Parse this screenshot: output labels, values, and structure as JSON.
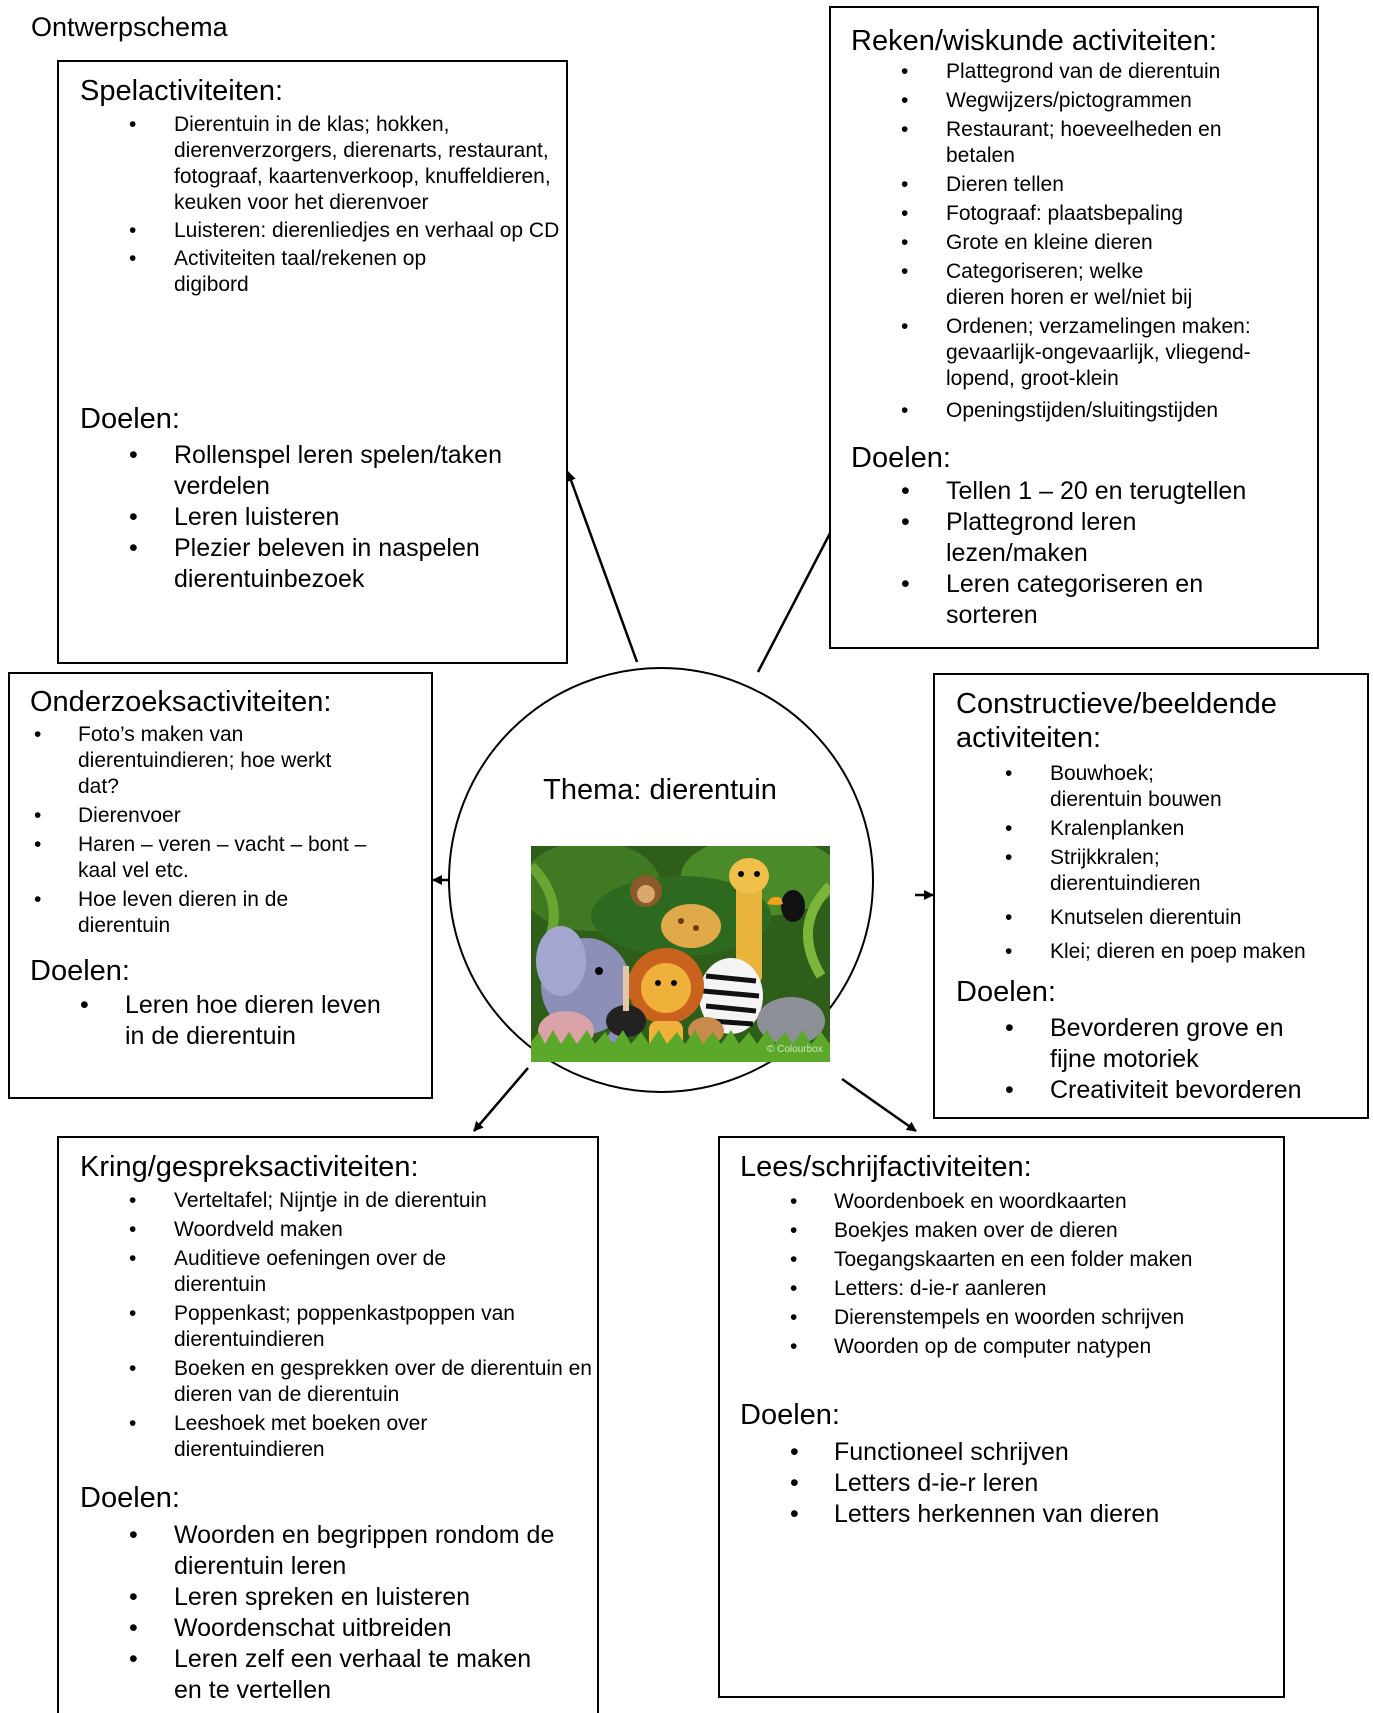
{
  "header": {
    "title": "Ontwerpschema"
  },
  "center": {
    "title": "Thema: dierentuin",
    "image_icon": "zoo-animals-illustration",
    "watermark": "© Colourbox"
  },
  "spel": {
    "title": "Spelactiviteiten:",
    "items": [
      "Dierentuin in de klas; hokken, dierenverzorgers, dierenarts, restaurant, fotograaf, kaartenverkoop, knuffeldieren, keuken voor het dierenvoer",
      "Luisteren: dierenliedjes en verhaal op CD",
      "Activiteiten taal/rekenen op digibord"
    ],
    "goals_title": "Doelen:",
    "goals": [
      "Rollenspel leren spelen/taken verdelen",
      "Leren luisteren",
      "Plezier beleven in naspelen dierentuinbezoek"
    ]
  },
  "reken": {
    "title": "Reken/wiskunde activiteiten:",
    "items": [
      "Plattegrond van de dierentuin",
      "Wegwijzers/pictogrammen",
      "Restaurant; hoeveelheden en betalen",
      "Dieren tellen",
      "Fotograaf: plaatsbepaling",
      "Grote en kleine dieren",
      "Categoriseren; welke dieren horen er wel/niet bij",
      "Ordenen; verzamelingen maken: gevaarlijk-ongevaarlijk, vliegend-lopend, groot-klein",
      "Openingstijden/sluitingstijden"
    ],
    "goals_title": "Doelen:",
    "goals": [
      "Tellen 1 – 20 en terugtellen",
      "Plattegrond leren lezen/maken",
      "Leren categoriseren en sorteren"
    ]
  },
  "onderzoek": {
    "title": "Onderzoeksactiviteiten:",
    "items": [
      "Foto’s maken van dierentuindieren; hoe werkt dat?",
      "Dierenvoer",
      "Haren – veren – vacht – bont – kaal vel etc.",
      "Hoe leven dieren in de dierentuin"
    ],
    "goals_title": "Doelen:",
    "goals": [
      "Leren hoe dieren leven in de dierentuin"
    ]
  },
  "construct": {
    "title": "Constructieve/beeldende activiteiten:",
    "items": [
      "Bouwhoek; dierentuin bouwen",
      "Kralenplanken",
      "Strijkkralen; dierentuindieren",
      "Knutselen dierentuin",
      "Klei; dieren en poep maken"
    ],
    "goals_title": "Doelen:",
    "goals": [
      "Bevorderen grove en fijne motoriek",
      "Creativiteit bevorderen"
    ]
  },
  "kring": {
    "title": "Kring/gespreksactiviteiten:",
    "items": [
      "Verteltafel; Nijntje in de dierentuin",
      "Woordveld maken",
      "Auditieve oefeningen over de dierentuin",
      "Poppenkast; poppenkastpoppen van dierentuindieren",
      "Boeken en gesprekken over de dierentuin en dieren van de dierentuin",
      "Leeshoek met boeken over dierentuindieren"
    ],
    "goals_title": "Doelen:",
    "goals": [
      "Woorden en begrippen rondom de dierentuin leren",
      "Leren spreken en luisteren",
      "Woordenschat uitbreiden",
      "Leren zelf een verhaal te maken en te vertellen"
    ]
  },
  "lees": {
    "title": "Lees/schrijfactiviteiten:",
    "items": [
      "Woordenboek en woordkaarten",
      "Boekjes maken over de dieren",
      "Toegangskaarten en een folder maken",
      "Letters: d-ie-r aanleren",
      "Dierenstempels en woorden schrijven",
      "Woorden op de computer natypen"
    ],
    "goals_title": "Doelen:",
    "goals": [
      "Functioneel schrijven",
      "Letters d-ie-r leren",
      "Letters herkennen van dieren"
    ]
  }
}
